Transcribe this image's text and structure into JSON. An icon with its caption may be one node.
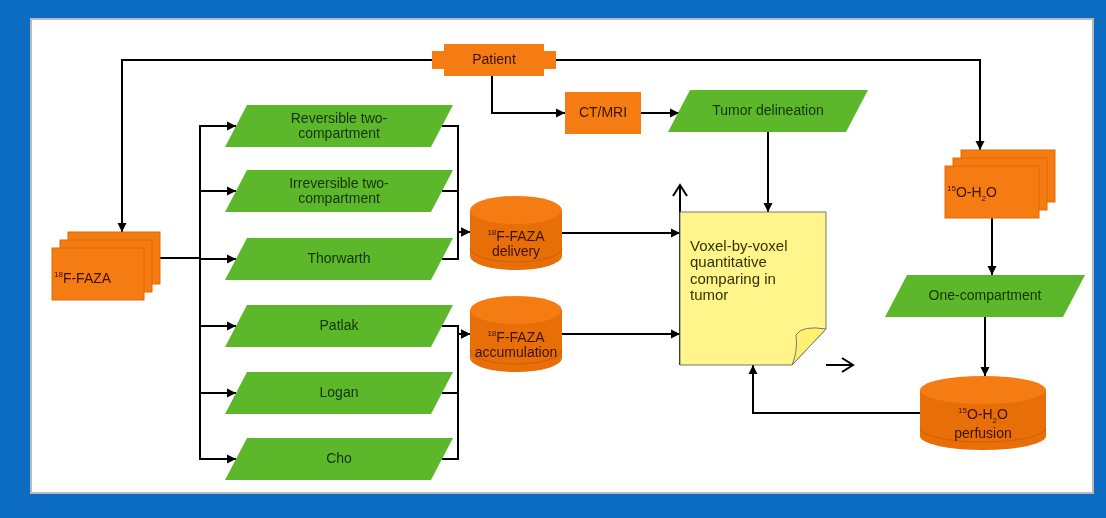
{
  "diagram": {
    "nodes": [
      {
        "text": [
          "Patient"
        ]
      },
      {
        "text": [
          "CT/MRI"
        ]
      },
      {
        "text": [
          "Tumor delineation"
        ]
      },
      {
        "text": [
          "$^{18}$F-FAZA"
        ]
      },
      {
        "text": [
          "Reversible two-compartment"
        ]
      },
      {
        "text": [
          "Irreversible two-compartment"
        ]
      },
      {
        "text": [
          "Thorwarth"
        ]
      },
      {
        "text": [
          "Patlak"
        ]
      },
      {
        "text": [
          "Logan"
        ]
      },
      {
        "text": [
          "Cho"
        ]
      },
      {
        "text": [
          "$^{18}$F-FAZA delivery"
        ]
      },
      {
        "text": [
          "$^{18}$F-FAZA accumulation"
        ]
      },
      {
        "text": [
          "Voxel-by-voxel quantitative comparing in tumor"
        ]
      },
      {
        "text": [
          "$^{15}$O-H$_{2}$O"
        ]
      },
      {
        "text": [
          "One-compartment"
        ]
      },
      {
        "text": [
          "$^{15}$O-H$_{2}$O perfusion"
        ]
      }
    ],
    "edges": [
      {
        "from": 0,
        "to": 3,
        "arrow": "to"
      },
      {
        "from": 0,
        "to": 1,
        "arrow": "to"
      },
      {
        "from": 0,
        "to": 13,
        "arrow": "to"
      },
      {
        "from": 1,
        "to": 2,
        "arrow": "to"
      },
      {
        "from": 2,
        "to": 12,
        "arrow": "to"
      },
      {
        "from": 3,
        "to": 4,
        "arrow": "to"
      },
      {
        "from": 3,
        "to": 5,
        "arrow": "to"
      },
      {
        "from": 3,
        "to": 6,
        "arrow": "to"
      },
      {
        "from": 3,
        "to": 7,
        "arrow": "to"
      },
      {
        "from": 3,
        "to": 8,
        "arrow": "to"
      },
      {
        "from": 3,
        "to": 9,
        "arrow": "to"
      },
      {
        "from": 4,
        "to": 10,
        "arrow": "to"
      },
      {
        "from": 5,
        "to": 10,
        "arrow": "to"
      },
      {
        "from": 6,
        "to": 10,
        "arrow": "to"
      },
      {
        "from": 7,
        "to": 11,
        "arrow": "to"
      },
      {
        "from": 8,
        "to": 11,
        "arrow": "to"
      },
      {
        "from": 9,
        "to": 11,
        "arrow": "to"
      },
      {
        "from": 10,
        "to": 12,
        "arrow": "to"
      },
      {
        "from": 11,
        "to": 12,
        "arrow": "to"
      },
      {
        "from": 13,
        "to": 14,
        "arrow": "to"
      },
      {
        "from": 14,
        "to": 15,
        "arrow": "to"
      },
      {
        "from": 15,
        "to": 12,
        "arrow": "to"
      }
    ]
  }
}
